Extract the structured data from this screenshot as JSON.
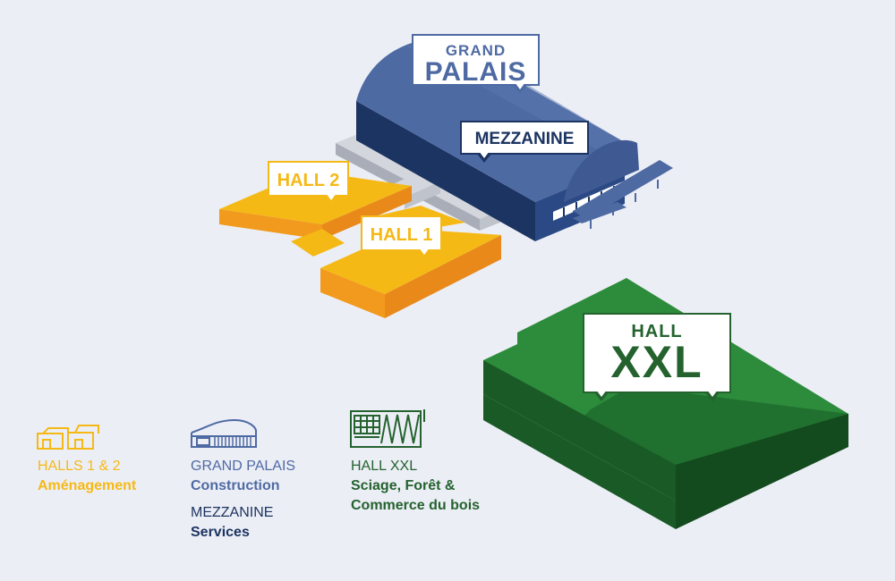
{
  "colors": {
    "background": "#eceef6",
    "yellow": "#f5b916",
    "blue": "#4e6aa3",
    "navy": "#1c3461",
    "green": "#24622e",
    "grey": "#c8cbd3"
  },
  "callouts": {
    "grand_palais": {
      "line1": "GRAND",
      "line2": "PALAIS"
    },
    "mezzanine": "MEZZANINE",
    "hall2": "HALL 2",
    "hall1": "HALL 1",
    "hall_xxl": {
      "line1": "HALL",
      "line2": "XXL"
    }
  },
  "legend": {
    "halls": {
      "name": "HALLS 1 & 2",
      "sub": "Aménagement",
      "icon": "two-halls-icon"
    },
    "grand_palais": {
      "name": "GRAND PALAIS",
      "sub": "Construction",
      "icon": "dome-hall-icon"
    },
    "mezzanine": {
      "name": "MEZZANINE",
      "sub": "Services"
    },
    "hall_xxl": {
      "name": "HALL XXL",
      "sub": "Sciage, Forêt & Commerce du bois",
      "icon": "sawmill-hall-icon"
    }
  }
}
